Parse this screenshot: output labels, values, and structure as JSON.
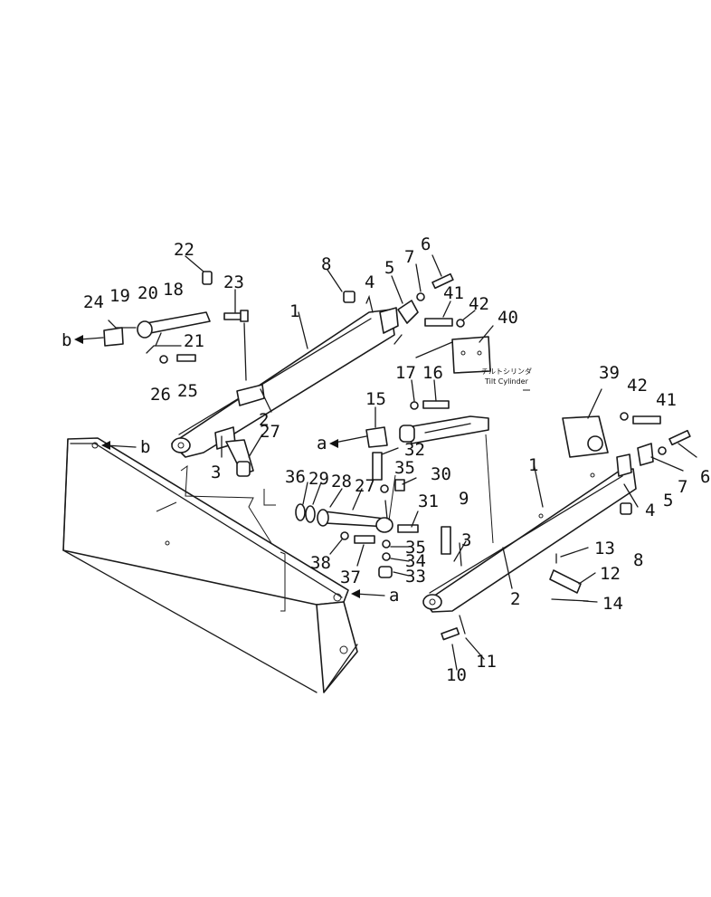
{
  "callouts": {
    "c1": "1",
    "c2": "2",
    "c3": "3",
    "c4": "4",
    "c5": "5",
    "c6": "6",
    "c7": "7",
    "c8": "8",
    "c9": "9",
    "c10": "10",
    "c11": "11",
    "c12": "12",
    "c13": "13",
    "c14": "14",
    "c15": "15",
    "c16": "16",
    "c17": "17",
    "c18": "18",
    "c19": "19",
    "c20": "20",
    "c21": "21",
    "c22": "22",
    "c23": "23",
    "c24": "24",
    "c25": "25",
    "c26": "26",
    "c27": "27",
    "c28": "28",
    "c29": "29",
    "c30": "30",
    "c31": "31",
    "c32": "32",
    "c33": "33",
    "c34": "34",
    "c35": "35",
    "c36": "36",
    "c37": "37",
    "c38": "38",
    "c39": "39",
    "c40": "40",
    "c41": "41",
    "c42": "42"
  },
  "refs": {
    "a": "a",
    "b": "b"
  },
  "note": {
    "jp": "チルトシリンダ",
    "en": "Tilt Cylinder"
  }
}
